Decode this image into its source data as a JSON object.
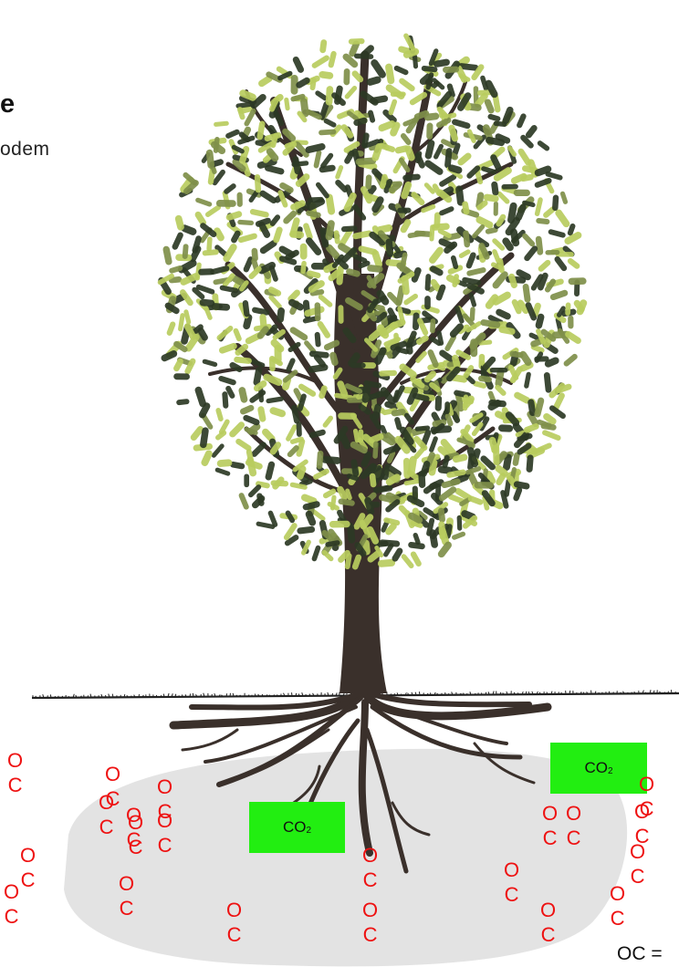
{
  "title": "e",
  "subtitle": "odem",
  "co2_boxes": [
    {
      "text": "CO",
      "sub": "2"
    },
    {
      "text": "CO",
      "sub": "2"
    }
  ],
  "oc_glyph": {
    "o": "O",
    "c": "C"
  },
  "legend_text": "OC =",
  "colors": {
    "soil": "#e3e3e3",
    "ground_line": "#222222",
    "trunk": "#3a302b",
    "leaf_light": "#b9cc5e",
    "leaf_mid": "#7f8f4a",
    "leaf_dark": "#2d3a25",
    "co2_box": "#22ee11",
    "oc_text": "#ee1111"
  }
}
